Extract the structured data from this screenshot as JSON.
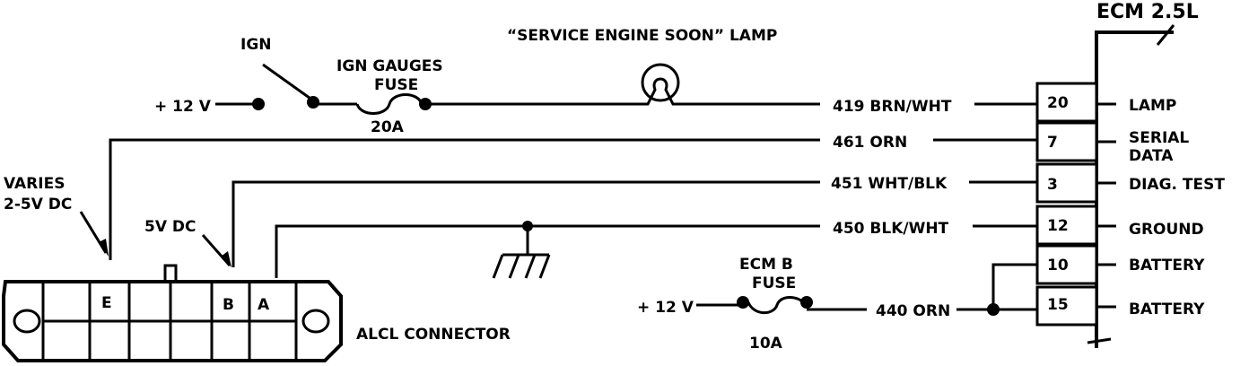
{
  "ecm": {
    "title": "ECM 2.5L",
    "pins": [
      {
        "pin": "20",
        "function": "LAMP"
      },
      {
        "pin": "7",
        "function_line1": "SERIAL",
        "function_line2": "DATA"
      },
      {
        "pin": "3",
        "function": "DIAG. TEST"
      },
      {
        "pin": "12",
        "function": "GROUND"
      },
      {
        "pin": "10",
        "function": "BATTERY"
      },
      {
        "pin": "15",
        "function": "BATTERY"
      }
    ]
  },
  "wires": {
    "w419": "419 BRN/WHT",
    "w461": "461 ORN",
    "w451": "451 WHT/BLK",
    "w450": "450 BLK/WHT",
    "w440": "440 ORN"
  },
  "labels": {
    "ign": "IGN",
    "ign_fuse_line1": "IGN GAUGES",
    "ign_fuse_line2": "FUSE",
    "ign_fuse_rating": "20A",
    "lamp": "“SERVICE ENGINE SOON” LAMP",
    "plus12_top": "+ 12 V",
    "plus12_bottom": "+ 12 V",
    "ecmb_fuse_line1": "ECM B",
    "ecmb_fuse_line2": "FUSE",
    "ecmb_fuse_rating": "10A",
    "varies_line1": "VARIES",
    "varies_line2": "2-5V DC",
    "fivev": "5V DC",
    "alcl": "ALCL CONNECTOR",
    "term_e": "E",
    "term_b": "B",
    "term_a": "A"
  }
}
